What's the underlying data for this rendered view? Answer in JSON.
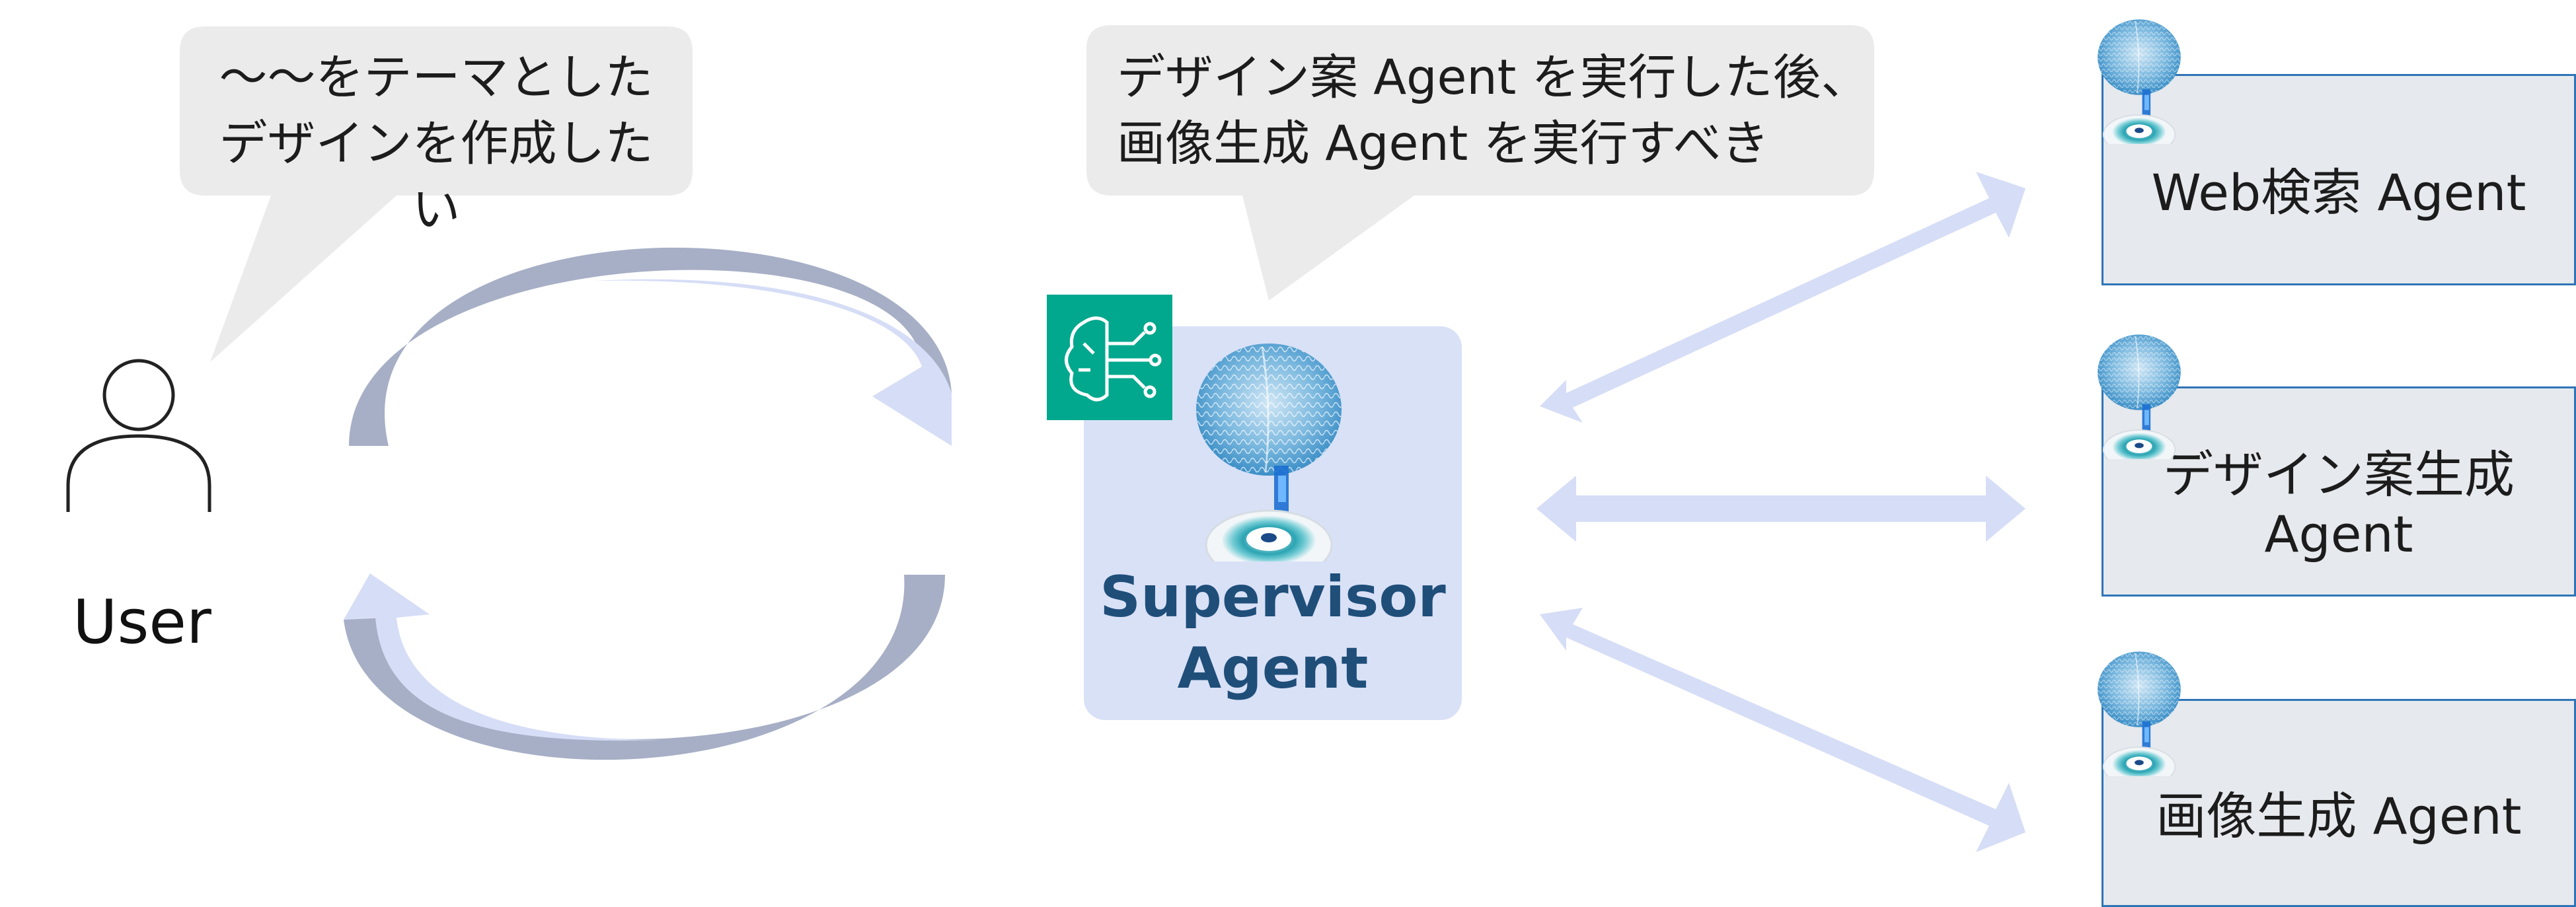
{
  "user": {
    "label": "User",
    "speech": "～～をテーマとした\nデザインを作成したい"
  },
  "supervisor": {
    "label": "Supervisor\nAgent",
    "speech": "デザイン案 Agent を実行した後、\n画像生成 Agent を実行すべき",
    "logo_icon": "bedrock-agents-icon",
    "brain_icon": "brain-hologram-icon"
  },
  "sub_agents": [
    {
      "label": "Web検索 Agent",
      "icon": "brain-hologram-icon"
    },
    {
      "label": "デザイン案生成\nAgent",
      "icon": "brain-hologram-icon"
    },
    {
      "label": "画像生成 Agent",
      "icon": "brain-hologram-icon"
    }
  ],
  "colors": {
    "arrow_light": "#d6ddf6",
    "arrow_dark": "#a7afc6",
    "supervisor_fill": "#d9e1f7",
    "supervisor_text": "#1f4e79",
    "logo_fill": "#01a88d",
    "agent_border": "#2e75b6",
    "agent_fill": "#e6e9ed",
    "bubble_fill": "#ebebeb"
  }
}
